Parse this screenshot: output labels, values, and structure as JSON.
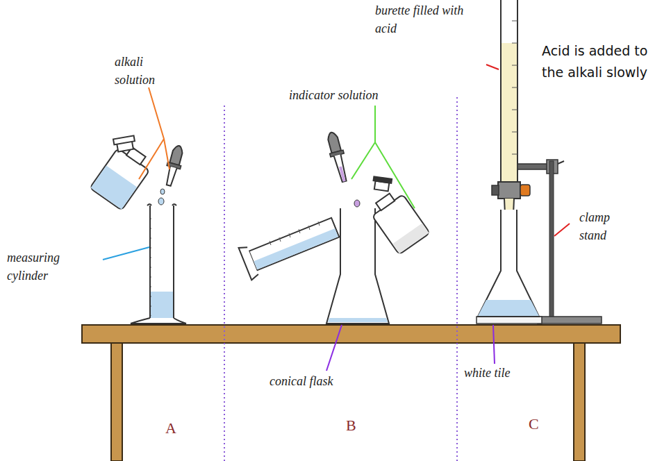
{
  "diagram": {
    "labels": [
      "alkali solution",
      "measuring cylinder",
      "indicator solution",
      "conical flask",
      "burette filled with acid",
      "Acid is added to the alkali slowly",
      "clamp stand",
      "white tile",
      "A",
      "B",
      "C"
    ]
  }
}
